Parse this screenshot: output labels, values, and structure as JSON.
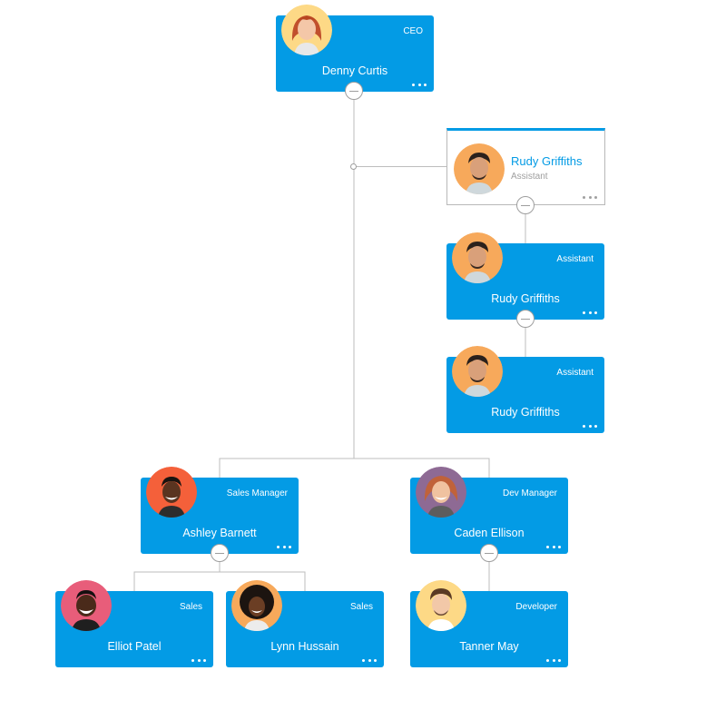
{
  "colors": {
    "accent": "#039be5",
    "line": "#bdbdbd"
  },
  "nodes": [
    {
      "id": "denny-curtis",
      "name": "Denny Curtis",
      "title": "CEO"
    },
    {
      "id": "rudy-griffiths-1",
      "name": "Rudy Griffiths",
      "title": "Assistant"
    },
    {
      "id": "rudy-griffiths-2",
      "name": "Rudy Griffiths",
      "title": "Assistant"
    },
    {
      "id": "rudy-griffiths-3",
      "name": "Rudy Griffiths",
      "title": "Assistant"
    },
    {
      "id": "ashley-barnett",
      "name": "Ashley Barnett",
      "title": "Sales Manager"
    },
    {
      "id": "caden-ellison",
      "name": "Caden Ellison",
      "title": "Dev Manager"
    },
    {
      "id": "elliot-patel",
      "name": "Elliot Patel",
      "title": "Sales"
    },
    {
      "id": "lynn-hussain",
      "name": "Lynn Hussain",
      "title": "Sales"
    },
    {
      "id": "tanner-may",
      "name": "Tanner May",
      "title": "Developer"
    }
  ],
  "icons": {
    "more": "more-dots-icon",
    "collapse": "collapse-minus-icon"
  }
}
